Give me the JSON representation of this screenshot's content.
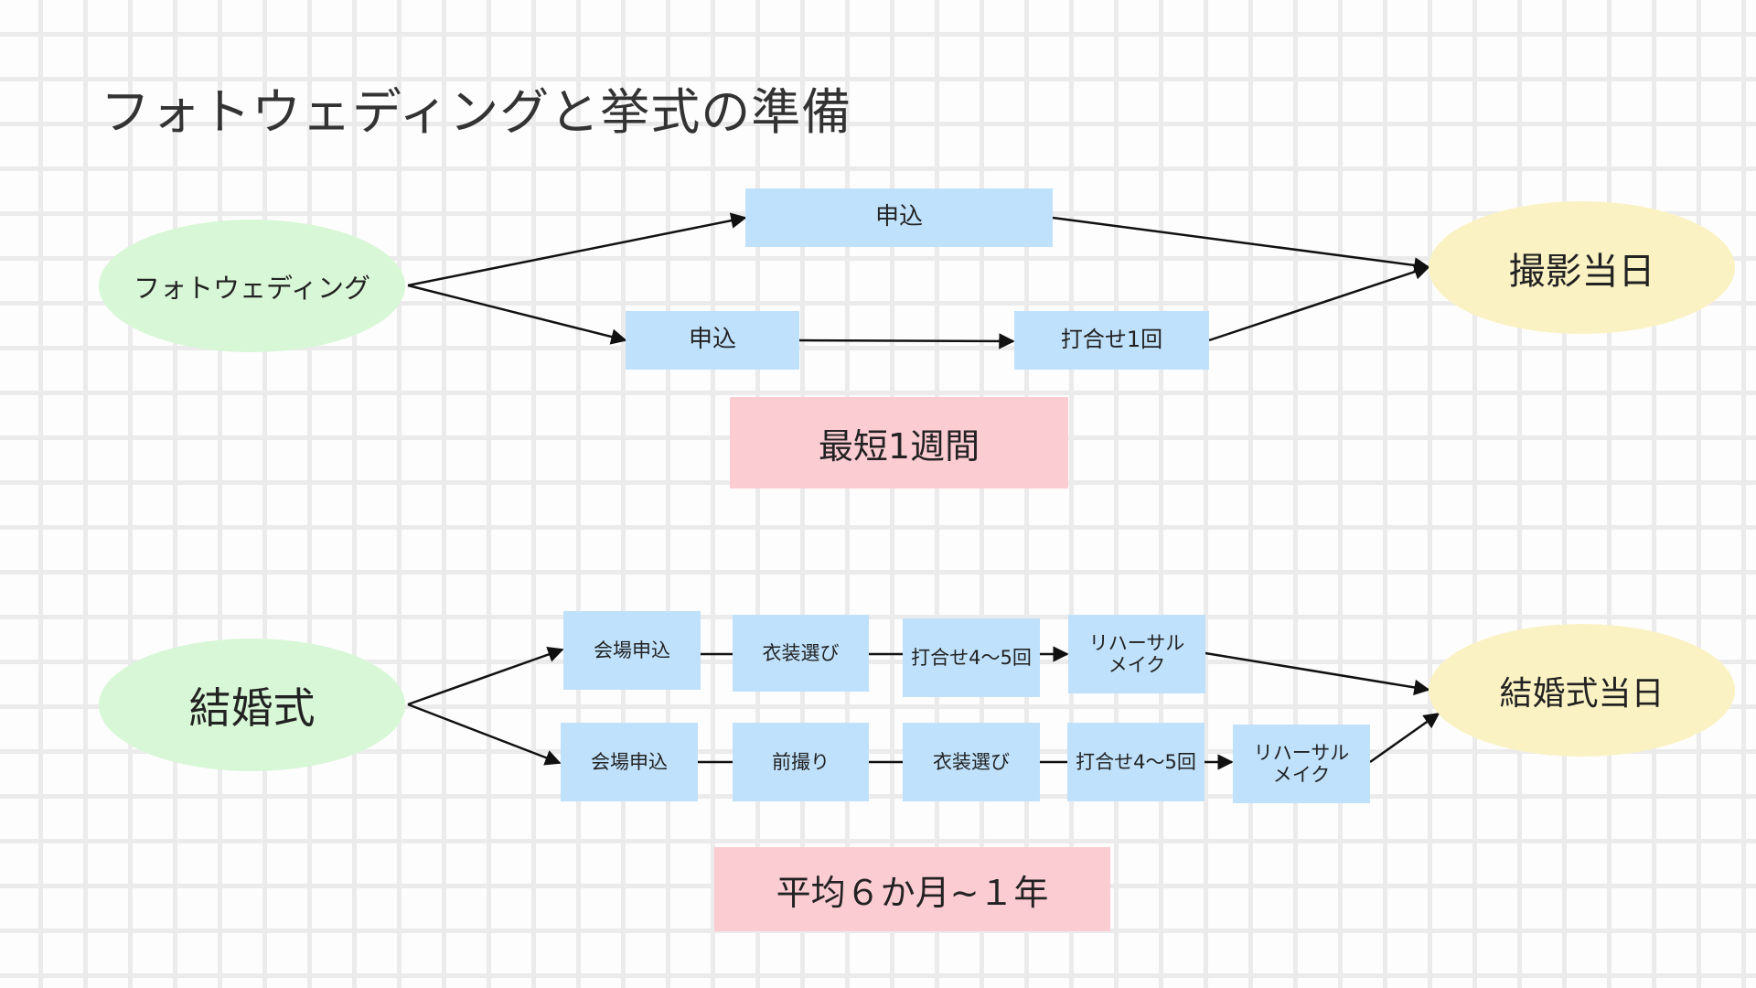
{
  "title": "フォトウェディングと挙式の準備",
  "photo": {
    "start": "フォトウェディング",
    "end": "撮影当日",
    "route1": [
      "申込"
    ],
    "route2": [
      "申込",
      "打合せ1回"
    ],
    "duration": "最短1週間"
  },
  "wedding": {
    "start": "結婚式",
    "end": "結婚式当日",
    "route1": [
      "会場申込",
      "衣装選び",
      "打合せ4～5回",
      "リハーサル\nメイク"
    ],
    "route2": [
      "会場申込",
      "前撮り",
      "衣装選び",
      "打合せ4～5回",
      "リハーサル\nメイク"
    ],
    "duration": "平均６か月~１年"
  },
  "colors": {
    "start_node": "#d8f7d6",
    "end_node": "#fbf2c4",
    "step_box": "#bfe1fb",
    "duration_box": "#fcccd3",
    "arrow": "#111111"
  }
}
